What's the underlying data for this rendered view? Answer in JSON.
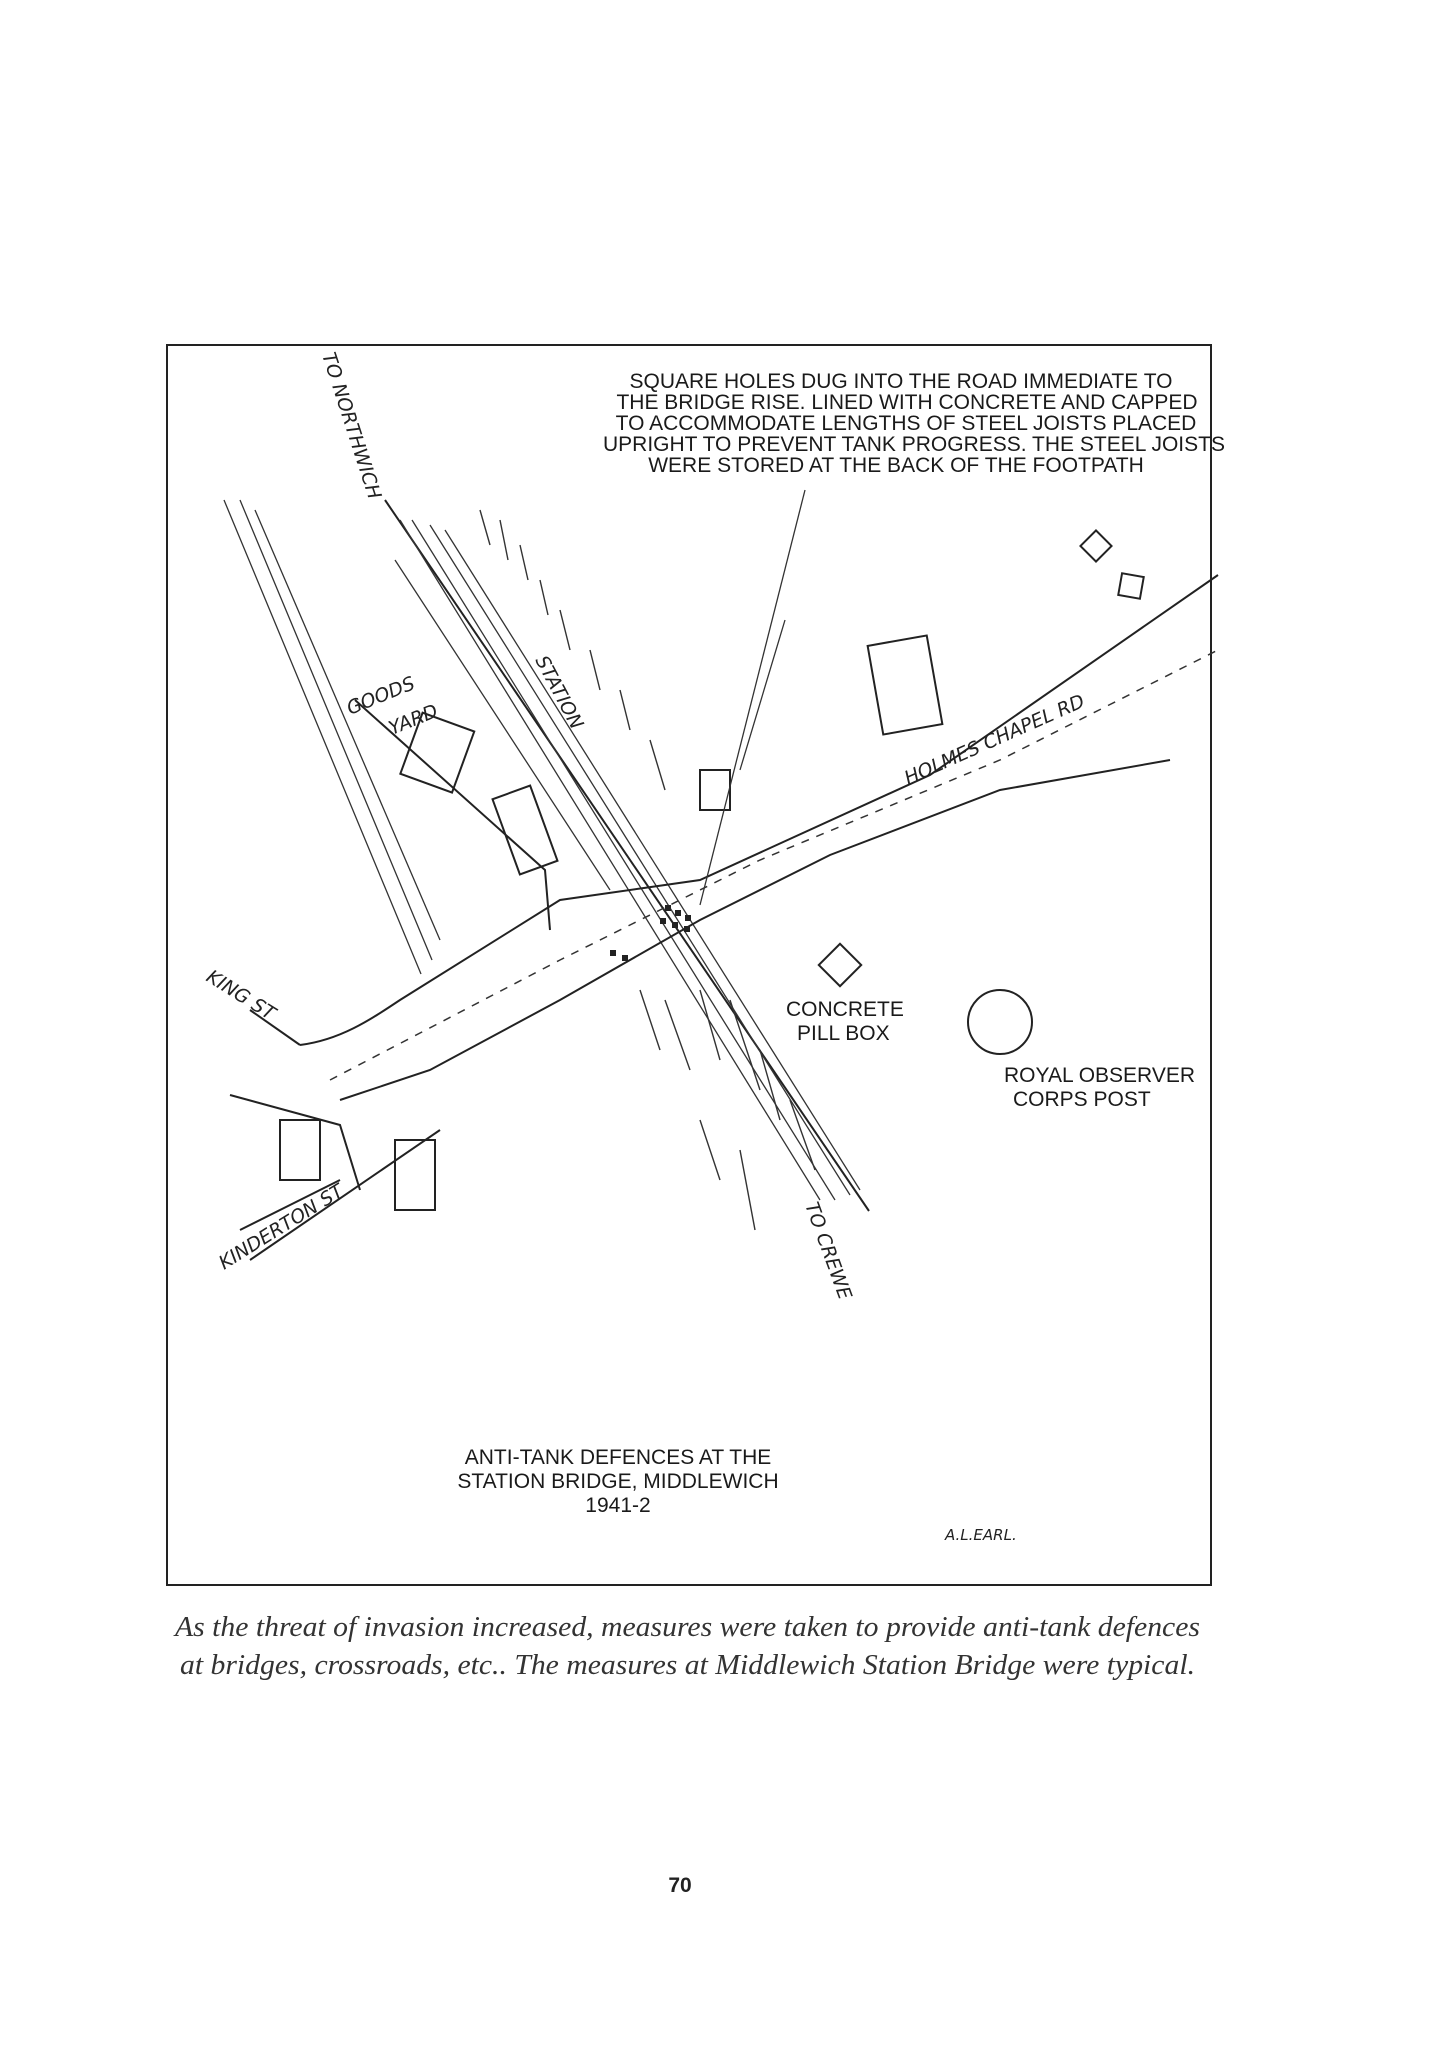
{
  "map": {
    "note_lines": [
      "SQUARE HOLES DUG INTO THE ROAD IMMEDIATE TO",
      "THE BRIDGE RISE. LINED WITH CONCRETE AND CAPPED",
      "TO ACCOMMODATE LENGTHS OF STEEL JOISTS PLACED",
      "UPRIGHT TO PREVENT TANK PROGRESS. THE STEEL JOISTS",
      "WERE STORED AT THE BACK OF THE FOOTPATH"
    ],
    "labels": {
      "to_northwich": "TO NORTHWICH",
      "goods": "GOODS",
      "yard": "YARD",
      "station": "STATION",
      "holmes_chapel_rd": "HOLMES CHAPEL RD",
      "king_st": "KING ST",
      "kinderton_st": "KINDERTON ST",
      "to_crewe": "TO CREWE",
      "pill_box_1": "CONCRETE",
      "pill_box_2": "PILL BOX",
      "observer_1": "ROYAL OBSERVER",
      "observer_2": "CORPS POST"
    },
    "title_lines": [
      "ANTI-TANK DEFENCES AT THE",
      "STATION BRIDGE, MIDDLEWICH",
      "1941-2"
    ],
    "signature": "A.L.EARL."
  },
  "caption_lines": [
    "As the threat of invasion increased, measures were taken to provide anti-tank defences",
    "at bridges, crossroads, etc.. The measures at Middlewich Station Bridge were typical."
  ],
  "page_number": "70"
}
